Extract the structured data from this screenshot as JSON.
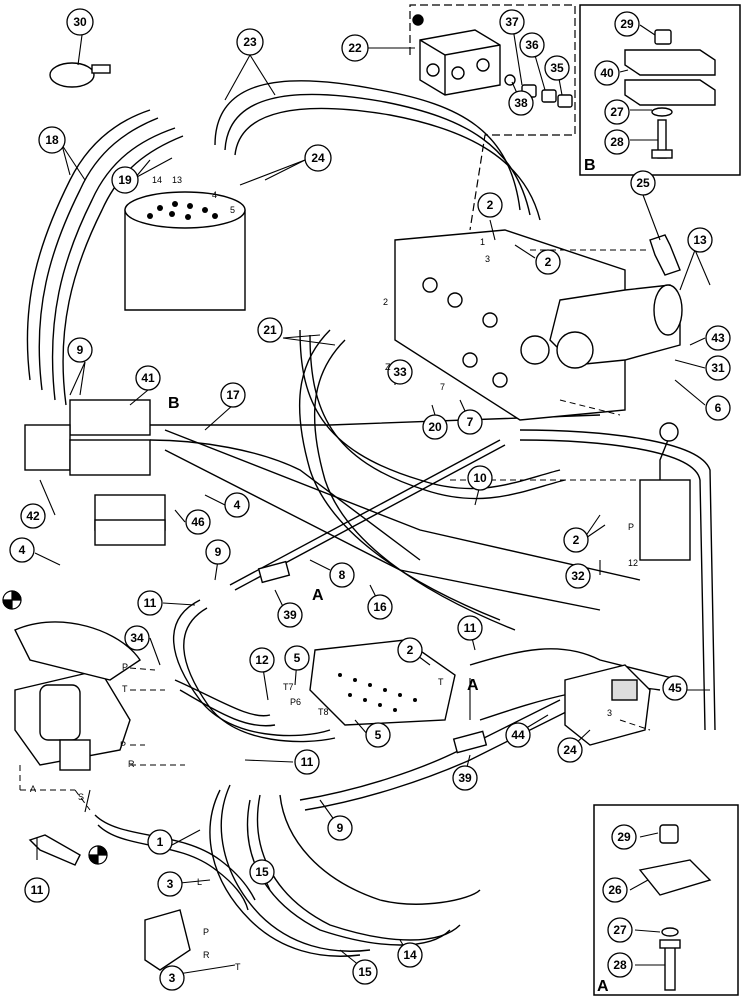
{
  "diagram": {
    "callouts": {
      "c30": "30",
      "c18": "18",
      "c19": "19",
      "c23": "23",
      "c24": "24",
      "c22": "22",
      "c37": "37",
      "c36": "36",
      "c35": "35",
      "c38": "38",
      "c29b": "29",
      "c40": "40",
      "c27b": "27",
      "c28b": "28",
      "c2a": "2",
      "c2b": "2",
      "c25": "25",
      "c13": "13",
      "c9a": "9",
      "c41": "41",
      "c21": "21",
      "c33": "33",
      "c43": "43",
      "c31": "31",
      "c6": "6",
      "c17": "17",
      "c20": "20",
      "c7": "7",
      "c10": "10",
      "c42": "42",
      "c4a": "4",
      "c46": "46",
      "c2c": "2",
      "c32": "32",
      "c4b": "4",
      "c9b": "9",
      "c8": "8",
      "c16": "16",
      "c11a": "11",
      "c39a": "39",
      "c34": "34",
      "c12": "12",
      "c5a": "5",
      "c2d": "2",
      "c11b": "11",
      "c45": "45",
      "c5b": "5",
      "c44": "44",
      "c24b": "24",
      "c11c": "11",
      "c39b": "39",
      "c1": "1",
      "c9c": "9",
      "c15a": "15",
      "c3a": "3",
      "c3b": "3",
      "c15b": "15",
      "c14": "14",
      "c11d": "11",
      "c29a": "29",
      "c26": "26",
      "c27a": "27",
      "c28a": "28"
    },
    "inset_labels": {
      "B": "B",
      "A": "A",
      "callout_B": "B",
      "callout_A_top": "A",
      "callout_A_mid": "A",
      "callout_A_bot": "A"
    },
    "port_labels": {
      "n14": "14",
      "n13": "13",
      "n4": "4",
      "n5": "5",
      "n1": "1",
      "n3": "3",
      "z": "Z",
      "n2": "2",
      "n7": "7",
      "p": "P",
      "n12": "12",
      "t": "T",
      "r": "R",
      "s": "S",
      "a": "A",
      "p6": "P6",
      "t7": "T7",
      "t8": "T8",
      "l": "L"
    }
  }
}
